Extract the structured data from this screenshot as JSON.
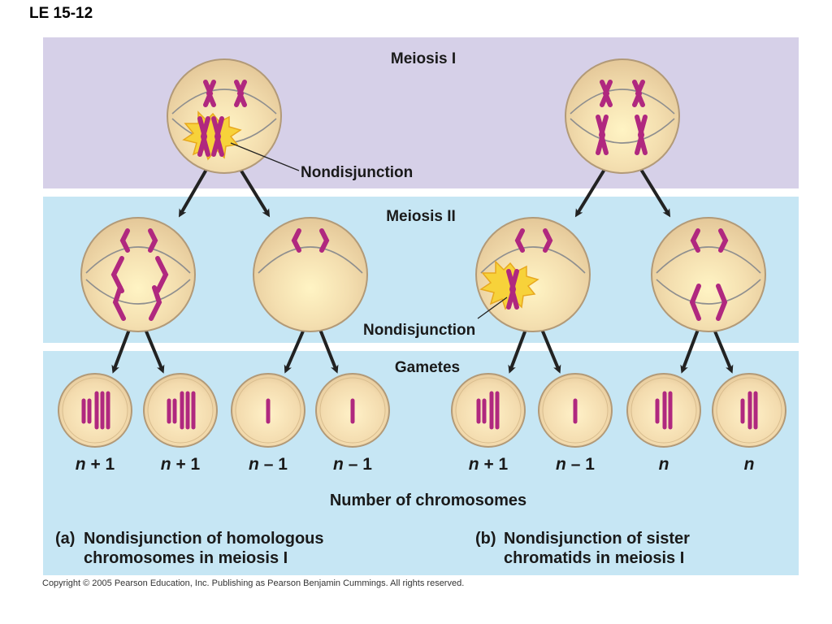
{
  "figure_label": "LE 15-12",
  "stages": {
    "meiosis1": "Meiosis I",
    "meiosis2": "Meiosis II",
    "gametes": "Gametes"
  },
  "annotations": {
    "nondisjunction_a": "Nondisjunction",
    "nondisjunction_b": "Nondisjunction"
  },
  "gamete_counts": [
    {
      "base": "n",
      "op": "+",
      "num": "1"
    },
    {
      "base": "n",
      "op": "+",
      "num": "1"
    },
    {
      "base": "n",
      "op": "–",
      "num": "1"
    },
    {
      "base": "n",
      "op": "–",
      "num": "1"
    },
    {
      "base": "n",
      "op": "+",
      "num": "1"
    },
    {
      "base": "n",
      "op": "–",
      "num": "1"
    },
    {
      "base": "n",
      "op": "",
      "num": ""
    },
    {
      "base": "n",
      "op": "",
      "num": ""
    }
  ],
  "axis_caption": "Number of chromosomes",
  "caption_a": {
    "letter": "(a)",
    "line1": "Nondisjunction of homologous",
    "line2": "chromosomes in meiosis I"
  },
  "caption_b": {
    "letter": "(b)",
    "line1": "Nondisjunction of sister",
    "line2": "chromatids in meiosis I"
  },
  "copyright": "Copyright © 2005 Pearson Education, Inc. Publishing as Pearson Benjamin Cummings. All rights reserved.",
  "colors": {
    "band_meiosis1": "#d6d0e8",
    "band_lower": "#c6e6f4",
    "cell_fill": "#f2d9a8",
    "cell_stroke": "#b29a78",
    "chromosome": "#b0287f",
    "burst": "#f7d23a"
  }
}
